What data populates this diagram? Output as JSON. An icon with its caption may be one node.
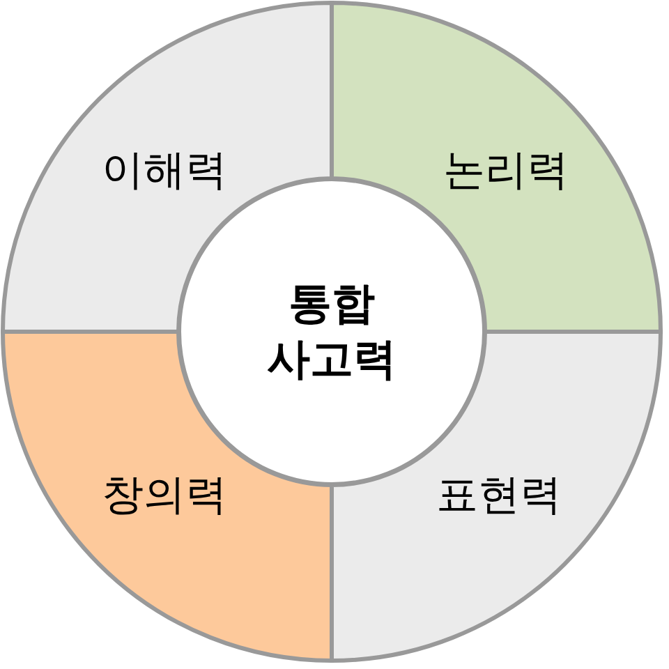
{
  "diagram": {
    "nodes": [
      {
        "text": [
          "이해력"
        ]
      },
      {
        "text": [
          "논리력"
        ]
      },
      {
        "text": [
          "통합 사고력"
        ]
      },
      {
        "text": [
          "창의력"
        ]
      },
      {
        "text": [
          "표현력"
        ]
      }
    ]
  }
}
